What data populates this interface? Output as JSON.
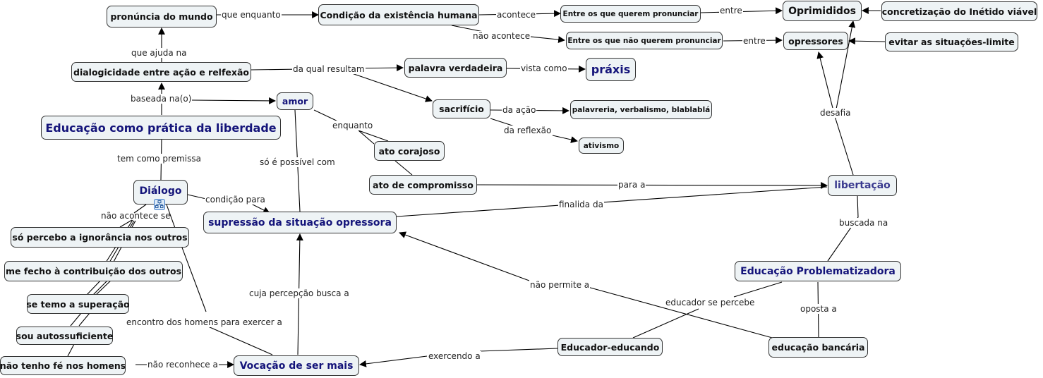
{
  "concept_map": {
    "nodes": [
      {
        "id": "pronuncia",
        "label": "pronúncia do mundo"
      },
      {
        "id": "condicao",
        "label": "Condição da existência humana"
      },
      {
        "id": "querem",
        "label": "Entre os que querem pronunciar"
      },
      {
        "id": "naoquerem",
        "label": "Entre os que não querem pronunciar"
      },
      {
        "id": "oprimidos",
        "label": "Oprimididos"
      },
      {
        "id": "opressores",
        "label": "opressores"
      },
      {
        "id": "inedito",
        "label": "concretização do Inétido viável"
      },
      {
        "id": "evitar",
        "label": "evitar as situações-limite"
      },
      {
        "id": "dialogicidade",
        "label": "dialogicidade entre ação e relfexão"
      },
      {
        "id": "palavra",
        "label": "palavra verdadeira"
      },
      {
        "id": "praxis",
        "label": "práxis"
      },
      {
        "id": "amor",
        "label": "amor"
      },
      {
        "id": "sacrificio",
        "label": "sacrifício"
      },
      {
        "id": "palavreria",
        "label": "palavreria, verbalismo, blablablá"
      },
      {
        "id": "ativismo",
        "label": "ativismo"
      },
      {
        "id": "educacao",
        "label": "Educação como prática da liberdade"
      },
      {
        "id": "corajoso",
        "label": "ato corajoso"
      },
      {
        "id": "compromisso",
        "label": "ato de compromisso"
      },
      {
        "id": "libertacao",
        "label": "libertação"
      },
      {
        "id": "dialogo",
        "label": "Diálogo"
      },
      {
        "id": "supressao",
        "label": "supressão da situação opressora"
      },
      {
        "id": "ignorancia",
        "label": "só percebo a ignorância nos outros"
      },
      {
        "id": "fecho",
        "label": "me fecho à contribuição dos outros"
      },
      {
        "id": "temo",
        "label": "se temo a superação"
      },
      {
        "id": "autossuficiente",
        "label": "sou autossuficiente"
      },
      {
        "id": "fe",
        "label": "não tenho fé nos homens"
      },
      {
        "id": "vocacao",
        "label": "Vocação de ser mais"
      },
      {
        "id": "problematizadora",
        "label": "Educação Problematizadora"
      },
      {
        "id": "educador",
        "label": "Educador-educando"
      },
      {
        "id": "bancaria",
        "label": "educação bancária"
      }
    ],
    "links": [
      {
        "id": "l_que_enquanto",
        "label": "que enquanto"
      },
      {
        "id": "l_acontece",
        "label": "acontece"
      },
      {
        "id": "l_nao_acontece",
        "label": "não acontece"
      },
      {
        "id": "l_entre1",
        "label": "entre"
      },
      {
        "id": "l_entre2",
        "label": "entre"
      },
      {
        "id": "l_que_ajuda",
        "label": "que ajuda na"
      },
      {
        "id": "l_da_qual",
        "label": "da qual resultam"
      },
      {
        "id": "l_vista",
        "label": "vista como"
      },
      {
        "id": "l_baseada",
        "label": "baseada na(o)"
      },
      {
        "id": "l_da_acao",
        "label": "da ação"
      },
      {
        "id": "l_da_reflexao",
        "label": "da reflexão"
      },
      {
        "id": "l_desafia",
        "label": "desafia"
      },
      {
        "id": "l_enquanto",
        "label": "enquanto"
      },
      {
        "id": "l_premissa",
        "label": "tem como premissa"
      },
      {
        "id": "l_so_possivel",
        "label": "só é possível com"
      },
      {
        "id": "l_para_a",
        "label": "para a"
      },
      {
        "id": "l_condicao_para",
        "label": "condição para"
      },
      {
        "id": "l_finalida",
        "label": "finalida da"
      },
      {
        "id": "l_nao_acontece_se",
        "label": "não acontece se"
      },
      {
        "id": "l_buscada",
        "label": "buscada na"
      },
      {
        "id": "l_nao_permite",
        "label": "não permite a"
      },
      {
        "id": "l_cuja",
        "label": "cuja percepção busca a"
      },
      {
        "id": "l_educador_percebe",
        "label": "educador se percebe"
      },
      {
        "id": "l_oposta",
        "label": "oposta a"
      },
      {
        "id": "l_encontro",
        "label": "encontro dos homens para exercer a"
      },
      {
        "id": "l_exercendo",
        "label": "exercendo a"
      },
      {
        "id": "l_nao_reconhece",
        "label": "não reconhece a"
      }
    ],
    "icons": {
      "submap": "submap-icon"
    },
    "colors": {
      "node_fill": "#eef3f5",
      "node_border": "#333333",
      "emphasis_text": "#14147a",
      "libertacao_text": "#3a3a8f",
      "line": "#000000"
    }
  }
}
